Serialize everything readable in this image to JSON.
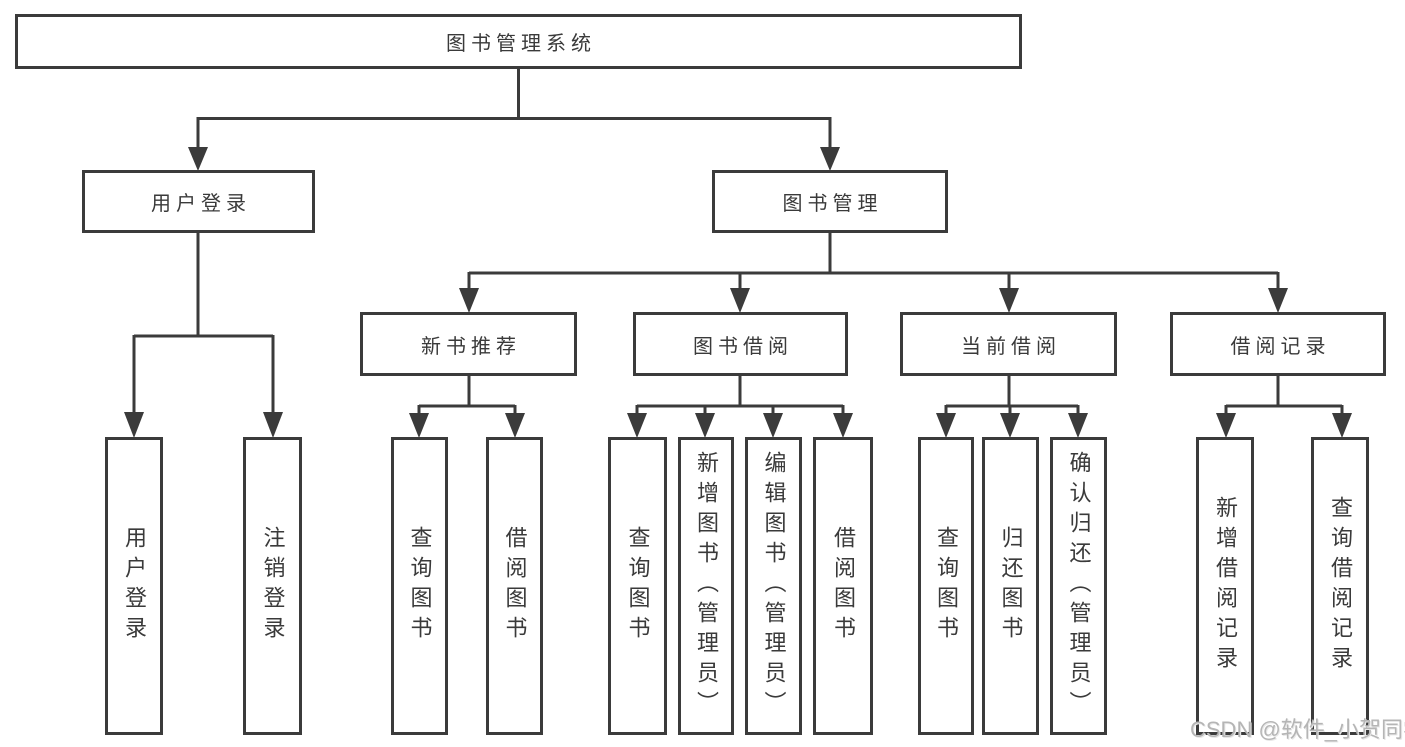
{
  "diagram": {
    "line_color": "#3b3b3b",
    "root": {
      "label": "图书管理系统"
    },
    "level2": [
      {
        "label": "用户登录"
      },
      {
        "label": "图书管理"
      }
    ],
    "level3": [
      {
        "label": "新书推荐"
      },
      {
        "label": "图书借阅"
      },
      {
        "label": "当前借阅"
      },
      {
        "label": "借阅记录"
      }
    ],
    "leaves": [
      {
        "label": "用户登录"
      },
      {
        "label": "注销登录"
      },
      {
        "label": "查询图书"
      },
      {
        "label": "借阅图书"
      },
      {
        "label": "查询图书"
      },
      {
        "label": "新增图书（管理员）"
      },
      {
        "label": "编辑图书（管理员）"
      },
      {
        "label": "借阅图书"
      },
      {
        "label": "查询图书"
      },
      {
        "label": "归还图书"
      },
      {
        "label": "确认归还（管理员）"
      },
      {
        "label": "新增借阅记录"
      },
      {
        "label": "查询借阅记录"
      }
    ]
  },
  "watermark": {
    "text": "CSDN @软件_小贺同学"
  }
}
